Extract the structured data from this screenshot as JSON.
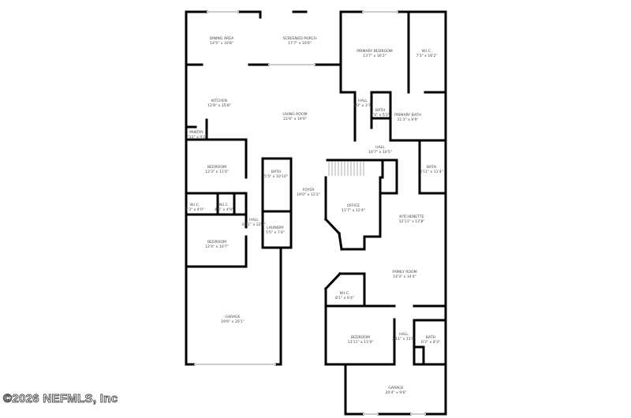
{
  "rooms": [
    {
      "name": "DINING AREA",
      "dim": "14'5\" x 10'8\""
    },
    {
      "name": "SCREENED PORCH",
      "dim": "17'7\" x 10'6\""
    },
    {
      "name": "PRIMARY BEDROOM",
      "dim": "13'7\" x 16'2\""
    },
    {
      "name": "W.I.C.",
      "dim": "7'3\" x 16'2\""
    },
    {
      "name": "KITCHEN",
      "dim": "12'8\" x 15'8\""
    },
    {
      "name": "LIVING ROOM",
      "dim": "22'4\" x 19'9\""
    },
    {
      "name": "HALL",
      "dim": "5'0\" x 3'7\""
    },
    {
      "name": "BATH",
      "dim": "5'4\" x 5'2\""
    },
    {
      "name": "PRIMARY BATH",
      "dim": "11'3\" x 9'9\""
    },
    {
      "name": "PANTRY",
      "dim": "2'11\" x 4'2\""
    },
    {
      "name": "HALL",
      "dim": "16'7\" x 10'5\""
    },
    {
      "name": "BEDROOM",
      "dim": "12'3\" x 11'0\""
    },
    {
      "name": "BATH",
      "dim": "5'5\" x 10'10\""
    },
    {
      "name": "BATH",
      "dim": "4'11\" x 11'4\""
    },
    {
      "name": "FOYER",
      "dim": "19'0\" x 12'2\""
    },
    {
      "name": "OFFICE",
      "dim": "11'7\" x 12'4\""
    },
    {
      "name": "W.I.C.",
      "dim": "5'3\" x 4'0\""
    },
    {
      "name": "W.I.C.",
      "dim": "4'6\" x 4'9\""
    },
    {
      "name": "KITCHENETTE",
      "dim": "12'11\" x 12'8\""
    },
    {
      "name": "HALL",
      "dim": "6'11\" x 22'1\""
    },
    {
      "name": "LAUNDRY",
      "dim": "5'5\" x 7'4\""
    },
    {
      "name": "BEDROOM",
      "dim": "12'4\" x 10'7\""
    },
    {
      "name": "FAMILY ROOM",
      "dim": "14'3\" x 14'4\""
    },
    {
      "name": "W.I.C.",
      "dim": "8'1\" x 6'4\""
    },
    {
      "name": "GARAGE",
      "dim": "19'6\" x 20'1\""
    },
    {
      "name": "BEDROOM",
      "dim": "13'11\" x 11'9\""
    },
    {
      "name": "HALL",
      "dim": "3'11\" x 11'9\""
    },
    {
      "name": "BATH",
      "dim": "6'2\" x 8'3\""
    },
    {
      "name": "GARAGE",
      "dim": "20'4\" x 9'6\""
    }
  ],
  "watermark": "©2026 NEFMLS, Inc",
  "colors": {
    "wall": "#000000",
    "window": "#cccccc",
    "label": "#444444"
  }
}
